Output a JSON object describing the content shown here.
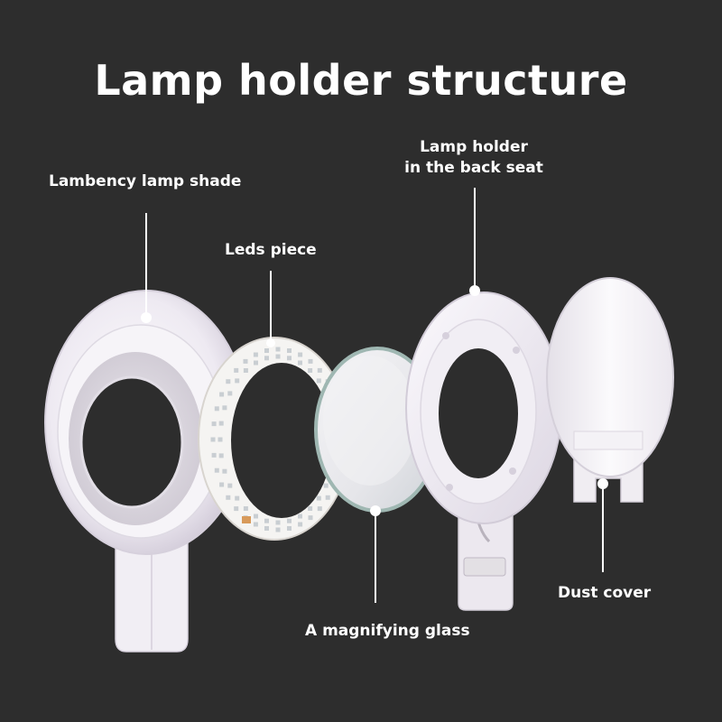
{
  "title": "Lamp holder structure",
  "labels": {
    "lamp_shade": "Lambency lamp shade",
    "leds_piece": "Leds piece",
    "back_seat_line1": "Lamp holder",
    "back_seat_line2": "in the back seat",
    "magnifying_glass": "A magnifying glass",
    "dust_cover": "Dust cover"
  },
  "colors": {
    "background": "#2d2d2d",
    "text": "#ffffff",
    "plastic": "#f3f0f6",
    "led": "#f7f7f7"
  }
}
